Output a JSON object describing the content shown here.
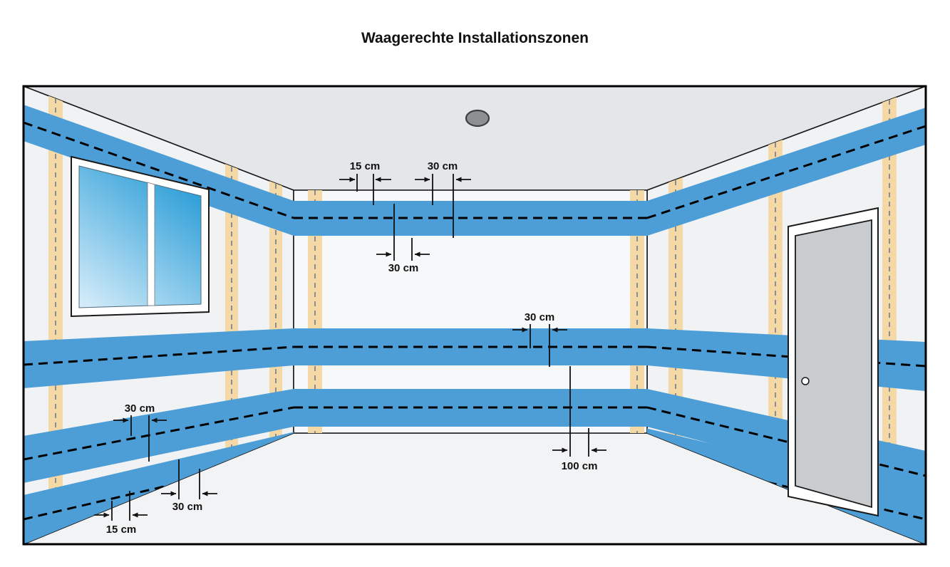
{
  "title": "Waagerechte Installationszonen",
  "colors": {
    "zone_blue": "#4d9ed6",
    "strip_tan": "#f4d9a6",
    "wall": "#f0f2f4",
    "back_wall": "#f7f8f9",
    "ceiling": "#e4e6e9",
    "floor": "#f2f3f4",
    "door_gray": "#c9ccce",
    "door_frame": "#ffffff",
    "window_frame": "#ffffff",
    "glass_top": "#2f9fd8",
    "glass_bottom": "#d8eefa",
    "lamp_gray": "#8d9093"
  },
  "dimensions": {
    "ceiling_offset": "15 cm",
    "upper_zone_width_top": "30 cm",
    "upper_zone_width_bottom": "30 cm",
    "middle_zone_width": "30 cm",
    "middle_zone_floor_distance": "100 cm",
    "lower_zone_width_wall": "30 cm",
    "lower_zone_width_front": "30 cm",
    "lower_zone_floor_offset": "15 cm"
  }
}
